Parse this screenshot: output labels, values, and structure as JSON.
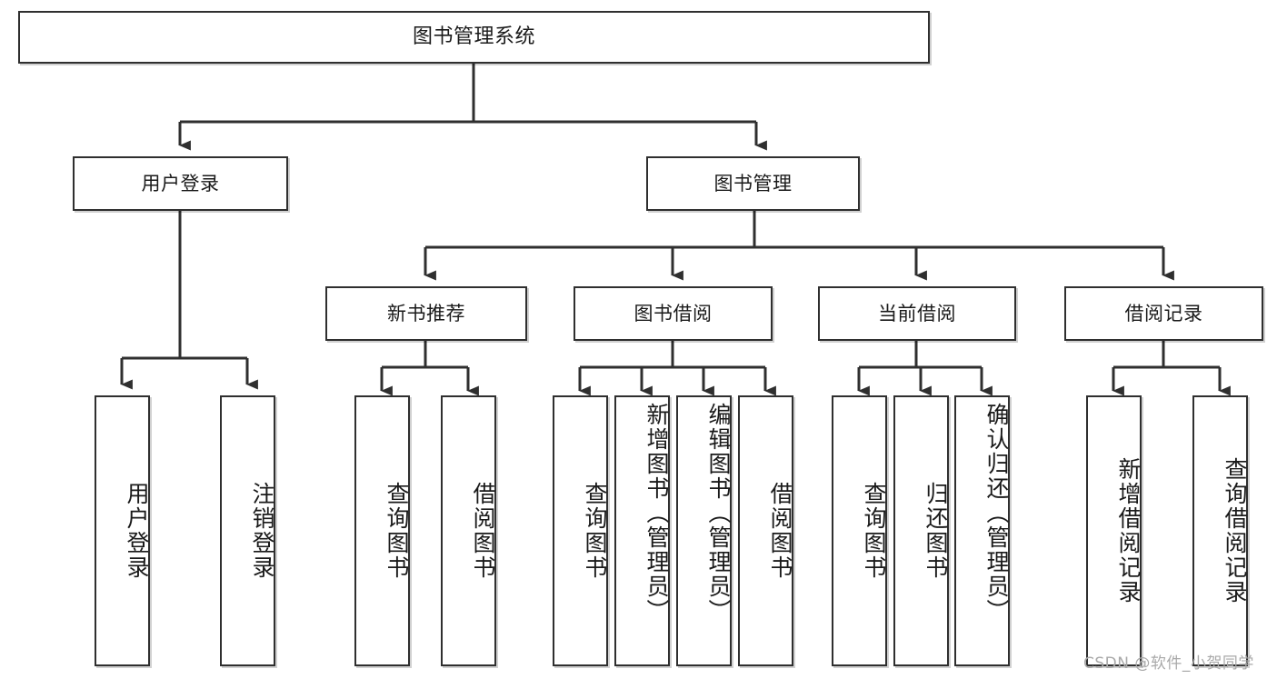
{
  "diagram": {
    "type": "tree-hierarchy",
    "title": "图书管理系统",
    "root": {
      "id": "root",
      "label": "图书管理系统"
    },
    "level2": [
      {
        "id": "user-login",
        "label": "用户登录"
      },
      {
        "id": "book-manage",
        "label": "图书管理"
      }
    ],
    "level3": [
      {
        "id": "new-book-rec",
        "label": "新书推荐"
      },
      {
        "id": "book-borrow",
        "label": "图书借阅"
      },
      {
        "id": "current-borrow",
        "label": "当前借阅"
      },
      {
        "id": "borrow-record",
        "label": "借阅记录"
      }
    ],
    "leaves": {
      "user_login": [
        {
          "id": "leaf-user-login",
          "label": "用户登录"
        },
        {
          "id": "leaf-logout",
          "label": "注销登录"
        }
      ],
      "new_book_rec": [
        {
          "id": "leaf-query-book-1",
          "label": "查询图书"
        },
        {
          "id": "leaf-borrow-book-1",
          "label": "借阅图书"
        }
      ],
      "book_borrow": [
        {
          "id": "leaf-query-book-2",
          "label": "查询图书"
        },
        {
          "id": "leaf-add-book",
          "label": "新增图书（管理员）"
        },
        {
          "id": "leaf-edit-book",
          "label": "编辑图书（管理员）"
        },
        {
          "id": "leaf-borrow-book-2",
          "label": "借阅图书"
        }
      ],
      "current_borrow": [
        {
          "id": "leaf-query-book-3",
          "label": "查询图书"
        },
        {
          "id": "leaf-return-book",
          "label": "归还图书"
        },
        {
          "id": "leaf-confirm-return",
          "label": "确认归还（管理员）"
        }
      ],
      "borrow_record": [
        {
          "id": "leaf-add-record",
          "label": "新增借阅记录"
        },
        {
          "id": "leaf-query-record",
          "label": "查询借阅记录"
        }
      ]
    }
  },
  "watermark": {
    "text": "CSDN @软件_小贺同学"
  },
  "colors": {
    "stroke": "#2f2f2f",
    "box_fill": "#ffffff",
    "text": "#1a1a1a",
    "watermark": "#a9a9a9",
    "background": "#ffffff"
  }
}
